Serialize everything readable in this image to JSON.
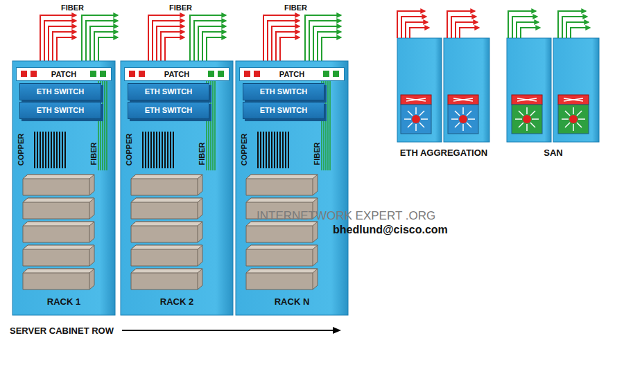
{
  "diagram": {
    "nodes": [
      {
        "text": [
          "RACK 1"
        ]
      },
      {
        "text": [
          "PATCH"
        ],
        "in": 0
      },
      {
        "text": [
          "ETH SWITCH"
        ],
        "in": 0
      },
      {
        "text": [
          "ETH SWITCH"
        ],
        "in": 0
      },
      {
        "text": [
          "RACK 2"
        ]
      },
      {
        "text": [
          "PATCH"
        ],
        "in": 4
      },
      {
        "text": [
          "ETH SWITCH"
        ],
        "in": 4
      },
      {
        "text": [
          "ETH SWITCH"
        ],
        "in": 4
      },
      {
        "text": [
          "RACK N"
        ]
      },
      {
        "text": [
          "PATCH"
        ],
        "in": 8
      },
      {
        "text": [
          "ETH SWITCH"
        ],
        "in": 8
      },
      {
        "text": [
          "ETH SWITCH"
        ],
        "in": 8
      },
      {
        "text": [
          "ETH AGGREGATION"
        ]
      },
      {
        "text": [
          "SAN"
        ]
      }
    ],
    "labels": [
      "FIBER",
      "COPPER",
      "FIBER",
      "FIBER",
      "COPPER",
      "FIBER",
      "FIBER",
      "COPPER",
      "FIBER",
      "INTERNETWORK EXPERT .ORG",
      "bhedlund@cisco.com",
      "SERVER CABINET ROW"
    ]
  }
}
